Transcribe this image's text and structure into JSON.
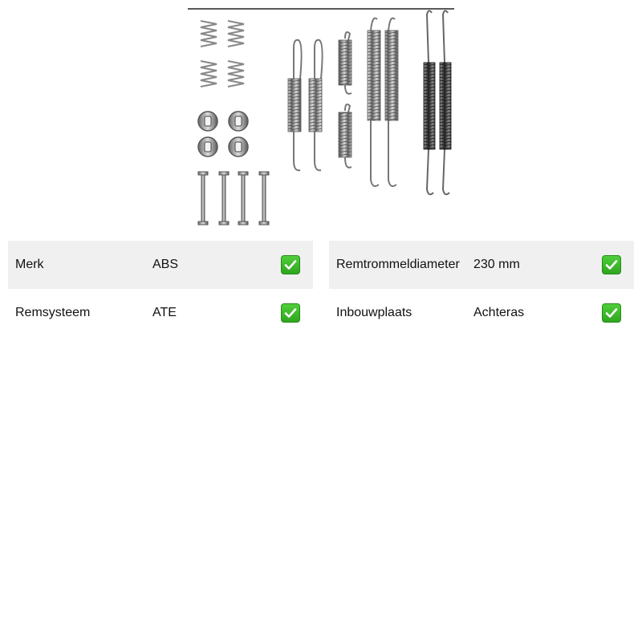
{
  "product_image": {
    "icon": "brake-spring-kit-icon"
  },
  "specs_left": [
    {
      "label": "Merk",
      "value": "ABS",
      "icon": "check-icon"
    },
    {
      "label": "Remsysteem",
      "value": "ATE",
      "icon": "check-icon"
    }
  ],
  "specs_right": [
    {
      "label": "Remtrommeldiameter",
      "value": "230 mm",
      "icon": "check-icon"
    },
    {
      "label": "Inbouwplaats",
      "value": "Achteras",
      "icon": "check-icon"
    }
  ],
  "colors": {
    "row_shade": "#f0f0f0",
    "check_green": "#34b324"
  }
}
